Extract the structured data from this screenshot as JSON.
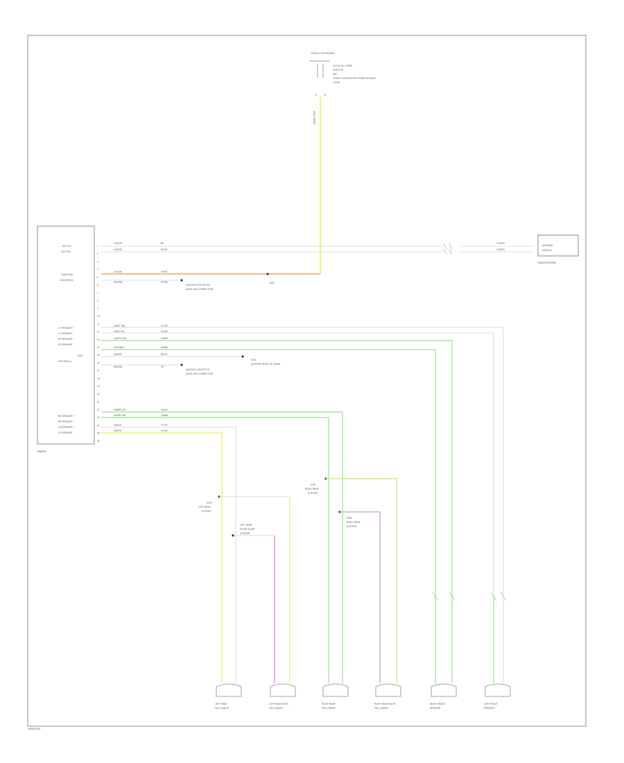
{
  "diagram_number": "W000XXX",
  "fuse_block": {
    "title": "TOTALLY INTEGRATED",
    "lines": [
      "HOT AT ALL TIMES",
      "FUSE F35",
      "20A",
      "TOTALLY INTEGRATED POWER MODULE",
      "(TIPM)"
    ],
    "wire": "A400 YE/RD"
  },
  "radio_module": {
    "label": "RADIO",
    "pins": [
      {
        "no": "1",
        "label": "ANT SIG",
        "wire": "X1MT05",
        "color": "BK"
      },
      {
        "no": "2",
        "label": "ANT RTN",
        "wire": "X1MT06",
        "color": "BK/WT"
      },
      {
        "no": "3",
        "label": "",
        "wire": "",
        "color": ""
      },
      {
        "no": "4",
        "label": "FUSED B(+)",
        "wire": "A4 4DM",
        "color": "YE/RD"
      },
      {
        "no": "5",
        "label": "CAN BUS (H)",
        "wire": "D64HSB",
        "color": "WT/BK"
      },
      {
        "no": "6",
        "label": "",
        "wire": "",
        "color": ""
      },
      {
        "no": "7",
        "label": "",
        "wire": "",
        "color": ""
      },
      {
        "no": "8",
        "label": "",
        "wire": "",
        "color": ""
      },
      {
        "no": "9",
        "label": "",
        "wire": "",
        "color": ""
      },
      {
        "no": "10",
        "label": "",
        "wire": "",
        "color": ""
      },
      {
        "no": "11",
        "label": "LF SPEAKER +",
        "wire": "X54F1 TBN",
        "color": "GY/TN"
      },
      {
        "no": "12",
        "label": "LF SPEAKER -",
        "wire": "X55F1 RN",
        "color": "GY/BN"
      },
      {
        "no": "13",
        "label": "RF SPEAKER +",
        "wire": "X53FP1 DBT",
        "color": "GN/WT"
      },
      {
        "no": "14",
        "label": "RF SPEAKER -",
        "wire": "X52FRB1T",
        "color": "GN/BN"
      },
      {
        "no": "15",
        "label": "GND",
        "wire": "Z920SB",
        "color": "BK/GY"
      },
      {
        "no": "16",
        "label": "CAN BUS (L)",
        "wire": "D65HSB",
        "color": "WT"
      },
      {
        "no": "17",
        "label": "",
        "wire": "",
        "color": ""
      },
      {
        "no": "18",
        "label": "",
        "wire": "",
        "color": ""
      },
      {
        "no": "19",
        "label": "",
        "wire": "",
        "color": ""
      },
      {
        "no": "20",
        "label": "",
        "wire": "",
        "color": ""
      },
      {
        "no": "21",
        "label": "",
        "wire": "",
        "color": ""
      },
      {
        "no": "22",
        "label": "RR SPEAKER +",
        "wire": "X58RR1 GD",
        "color": "GN/GY"
      },
      {
        "no": "23",
        "label": "RR SPEAKER -",
        "wire": "X57RR1 BN",
        "color": "GN/BN"
      },
      {
        "no": "24",
        "label": "LR SPEAKER +",
        "wire": "X56LR1",
        "color": "GY/YE"
      },
      {
        "no": "25",
        "label": "LR SPEAKER -",
        "wire": "X55LR1",
        "color": "GY/BK"
      },
      {
        "no": "26",
        "label": "",
        "wire": "",
        "color": ""
      }
    ]
  },
  "ground_fuse": "G202",
  "splice_can_h": "(DATA LINK CONNECTOR)",
  "splice_can_h_title": "CAN BUS HIGH SPLICE",
  "splice_can_l_title": "CAN BUS LOW SPLICE",
  "splice_can_l": "(DATA LINK CONNECTOR)",
  "ground_g": "G201",
  "ground_g_desc": "(CENTER FRONT OF DASH)",
  "antenna": {
    "label": "RADIO ANTENNA",
    "lines": [
      "ANTENNA",
      "MODULE"
    ],
    "pin1": "X1MT05",
    "pin2": "X1MT06"
  },
  "left_splice": [
    "S109",
    "LEFT REAR",
    "(2-DOOR)"
  ],
  "left_splice_2": [
    "LEFT REAR",
    "FRONT DOOR",
    "(4-DOOR)"
  ],
  "right_splice": [
    "S110",
    "RIGHT REAR",
    "(2-DOOR)"
  ],
  "right_splice_2": [
    "S206",
    "RIGHT REAR",
    "(4-DOOR)"
  ],
  "speakers": [
    {
      "line1": "LEFT REAR",
      "line2": "FULL RANGE"
    },
    {
      "line1": "LEFT REAR DOOR",
      "line2": "FULL RANGE"
    },
    {
      "line1": "RIGHT REAR",
      "line2": "FULL RANGE"
    },
    {
      "line1": "RIGHT REAR DOOR",
      "line2": "FULL RANGE"
    },
    {
      "line1": "RIGHT FRONT",
      "line2": "SPEAKER"
    },
    {
      "line1": "LEFT FRONT",
      "line2": "SPEAKER"
    }
  ],
  "colors": {
    "yellow": "#f2f06a",
    "orange": "#f5b07a",
    "green": "#a9e6a0",
    "grey": "#dcdcdc",
    "magenta": "#ea7ae6",
    "yellowgreen": "#d8ea7a",
    "violet": "#c9a0c8"
  }
}
